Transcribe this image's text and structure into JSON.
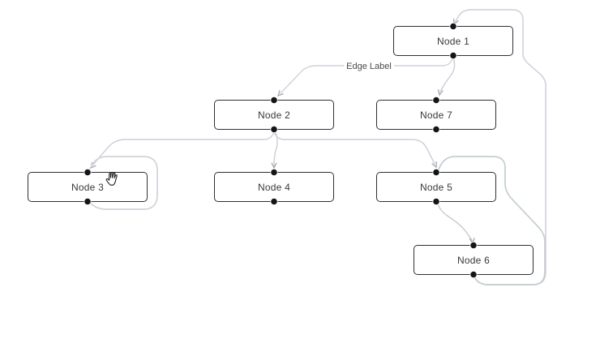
{
  "diagram": {
    "background": "#ffffff",
    "nodes": [
      {
        "id": "n1",
        "label": "Node 1"
      },
      {
        "id": "n2",
        "label": "Node 2"
      },
      {
        "id": "n7",
        "label": "Node 7"
      },
      {
        "id": "n3",
        "label": "Node 3"
      },
      {
        "id": "n4",
        "label": "Node 4"
      },
      {
        "id": "n5",
        "label": "Node 5"
      },
      {
        "id": "n6",
        "label": "Node 6"
      }
    ],
    "edges": [
      {
        "id": "e1",
        "from": "Node 1",
        "fromPort": "bottom",
        "to": "Node 2",
        "toPort": "top",
        "label": "Edge Label",
        "color": "#d3d1da",
        "width": 1.4
      },
      {
        "id": "e2",
        "from": "Node 1",
        "fromPort": "bottom",
        "to": "Node 7",
        "toPort": "top",
        "label": "",
        "color": "#c6ccd6",
        "width": 1.4
      },
      {
        "id": "e3",
        "from": "Node 2",
        "fromPort": "bottom",
        "to": "Node 3",
        "toPort": "top",
        "label": "",
        "color": "#cfcdd8",
        "width": 1.4
      },
      {
        "id": "e4",
        "from": "Node 2",
        "fromPort": "bottom",
        "to": "Node 4",
        "toPort": "top",
        "label": "",
        "color": "#cdced6",
        "width": 1.4
      },
      {
        "id": "e5",
        "from": "Node 2",
        "fromPort": "bottom",
        "to": "Node 5",
        "toPort": "top",
        "label": "",
        "color": "#cfcdd8",
        "width": 1.4
      },
      {
        "id": "e6",
        "from": "Node 3",
        "fromPort": "top",
        "to": "Node 3",
        "toPort": "bottom",
        "label": "",
        "color": "#d4d2da",
        "width": 1.7
      },
      {
        "id": "e7",
        "from": "Node 5",
        "fromPort": "bottom",
        "to": "Node 6",
        "toPort": "top",
        "label": "",
        "color": "#c9c9d1",
        "width": 1.4
      },
      {
        "id": "e8",
        "from": "Node 5",
        "fromPort": "top",
        "to": "Node 6",
        "toPort": "bottom",
        "label": "",
        "color": "#c4ced1",
        "width": 1.7
      },
      {
        "id": "e9",
        "from": "Node 6",
        "fromPort": "bottom",
        "to": "Node 1",
        "toPort": "top",
        "label": "",
        "color": "#d9d2de",
        "width": 1.7
      }
    ],
    "colors": {
      "node_border": "#303030",
      "node_fill": "#ffffff",
      "node_text": "#383838",
      "port_fill": "#151515",
      "arrowhead": "#a6a7b2",
      "edge_label_text": "#4b4b4b"
    },
    "cursor": {
      "type": "open-hand-grab"
    }
  },
  "edge_label": {
    "text": "Edge Label"
  }
}
